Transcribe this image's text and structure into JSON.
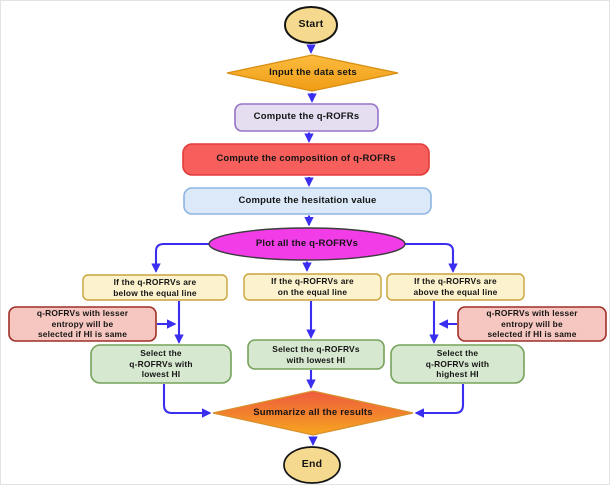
{
  "colors": {
    "arrow": "#3a2ef0",
    "input_top": "#fbbc3f",
    "input_bottom": "#f09c15",
    "summarize_top": "#ee5a3e",
    "summarize_bottom": "#f7a61f"
  },
  "nodes": {
    "start": {
      "label": "Start",
      "fill": "#f4d98e"
    },
    "input": {
      "label": "Input the data sets"
    },
    "compute_qrofrs": {
      "label": "Compute the q-ROFRs",
      "fill": "#e5ddf0"
    },
    "compute_composition": {
      "label": "Compute the composition of q-ROFRs",
      "fill": "#f75f5c"
    },
    "compute_hesitation": {
      "label": "Compute the hesitation value",
      "fill": "#dce9f9"
    },
    "plot": {
      "label": "Plot all the q-ROFRVs",
      "fill": "#f23ce8"
    },
    "branch_below": {
      "label": "If the q-ROFRVs are\nbelow the equal line",
      "fill": "#fcf2cd"
    },
    "branch_on": {
      "label": "If the q-ROFRVs are\non the equal line",
      "fill": "#fcf2cd"
    },
    "branch_above": {
      "label": "If the q-ROFRVs are\nabove the equal line",
      "fill": "#fcf2cd"
    },
    "note_left": {
      "label": "q-ROFRVs with lesser\nentropy will be\nselected if HI is same",
      "fill": "#f6c7c0"
    },
    "note_right": {
      "label": "q-ROFRVs with lesser\nentropy will be\nselected if HI is same",
      "fill": "#f6c7c0"
    },
    "select_below": {
      "label": "Select the\nq-ROFRVs  with\nlowest HI",
      "fill": "#d7e8d0"
    },
    "select_on": {
      "label": "Select the q-ROFRVs\nwith lowest HI",
      "fill": "#d7e8d0"
    },
    "select_above": {
      "label": "Select the\nq-ROFRVs with\nhighest HI",
      "fill": "#d7e8d0"
    },
    "summarize": {
      "label": "Summarize all the results"
    },
    "end": {
      "label": "End",
      "fill": "#f4d98e"
    }
  }
}
